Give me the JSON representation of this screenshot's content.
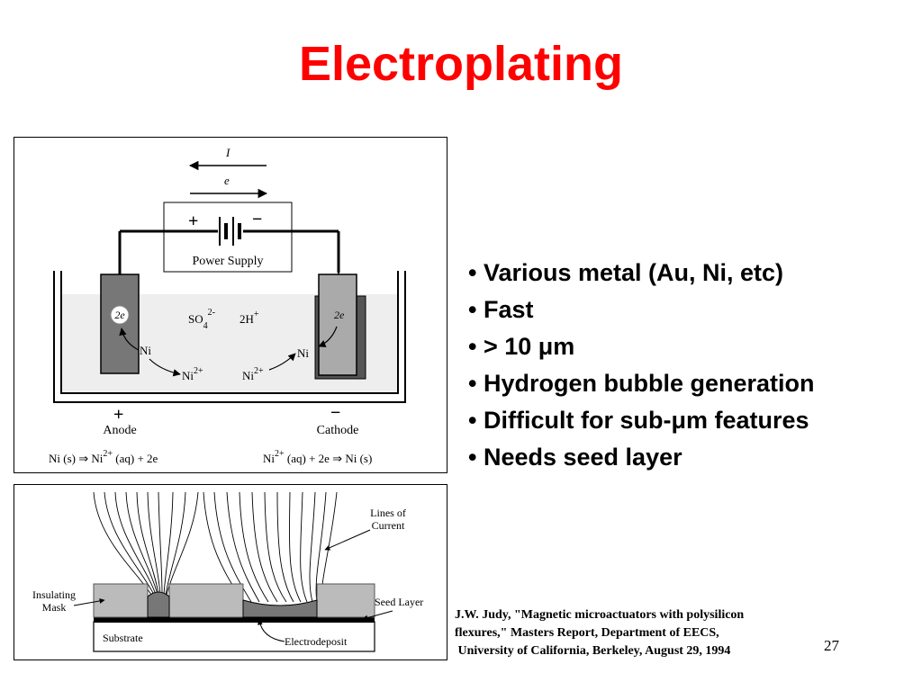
{
  "title": "Electroplating",
  "figure1": {
    "current_label": "I",
    "electron_label": "e",
    "power_supply_label": "Power Supply",
    "plus": "+",
    "minus": "−",
    "anode_label": "Anode",
    "cathode_label": "Cathode",
    "anode_electrons": "2e",
    "cathode_electrons": "2e",
    "sulfate": "SO",
    "sulfate_sub": "4",
    "sulfate_sup": "2-",
    "hydrogen": "2H",
    "hydrogen_sup": "+",
    "ni_left": "Ni",
    "ni_right": "Ni",
    "ni_ion_left": "Ni",
    "ni_ion_right": "Ni",
    "ion_charge": "2+",
    "eq_left_a": "Ni (s) ⇒ Ni",
    "eq_left_sup": "2+",
    "eq_left_b": "(aq) + 2e",
    "eq_right_a": "Ni",
    "eq_right_sup": "2+",
    "eq_right_b": "(aq) + 2e ⇒ Ni (s)"
  },
  "figure2": {
    "lines_of_current": [
      "Lines of",
      "Current"
    ],
    "insulating_mask": [
      "Insulating",
      "Mask"
    ],
    "seed_layer": "Seed Layer",
    "substrate": "Substrate",
    "electrodeposit": "Electrodeposit"
  },
  "bullets": [
    "Various metal (Au, Ni, etc)",
    "Fast",
    " > 10 μm",
    "Hydrogen bubble generation",
    "Difficult for sub-μm features",
    "Needs seed layer"
  ],
  "citation": [
    "J.W. Judy, \"Magnetic microactuators with polysilicon",
    "flexures,\" Masters Report, Department of EECS,",
    " University of California, Berkeley, August 29, 1994"
  ],
  "page_number": "27"
}
